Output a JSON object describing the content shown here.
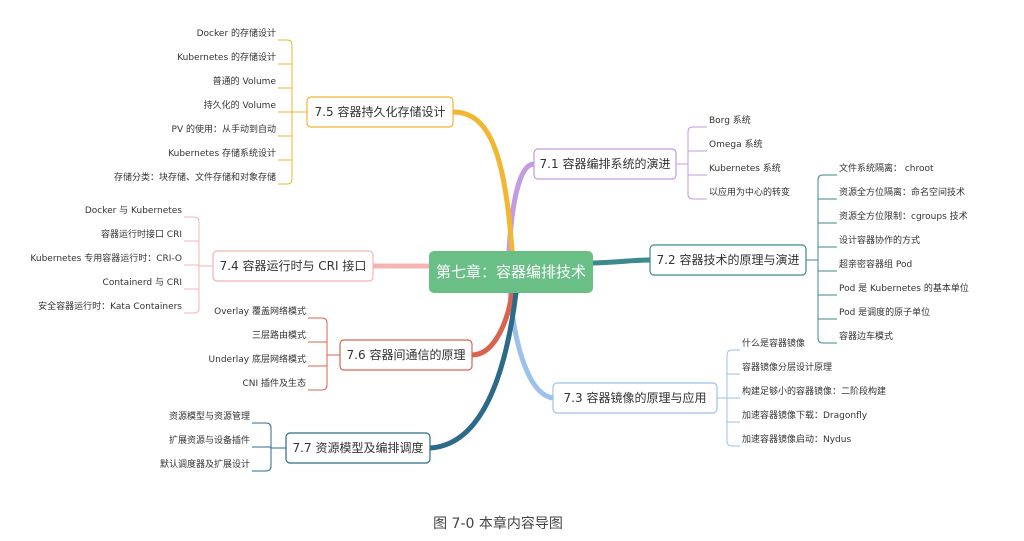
{
  "root": {
    "label": "第七章：容器编排技术",
    "color": "#6abf87"
  },
  "caption": "图 7-0 本章内容导图",
  "branches": [
    {
      "id": "b71",
      "label": "7.1 容器编排系统的演进",
      "color": "#c39be0",
      "items": [
        "Borg 系统",
        "Omega 系统",
        "Kubernetes 系统",
        "以应用为中心的转变"
      ]
    },
    {
      "id": "b72",
      "label": "7.2 容器技术的原理与演进",
      "color": "#3d8a8e",
      "items": [
        "文件系统隔离：  chroot",
        "资源全方位隔离：命名空间技术",
        "资源全方位限制：cgroups 技术",
        "设计容器协作的方式",
        "超亲密容器组 Pod",
        "Pod 是 Kubernetes 的基本单位",
        "Pod 是调度的原子单位",
        "容器边车模式"
      ]
    },
    {
      "id": "b73",
      "label": "7.3 容器镜像的原理与应用",
      "color": "#9cc2ec",
      "items": [
        "什么是容器镜像",
        "容器镜像分层设计原理",
        "构建足够小的容器镜像：二阶段构建",
        "加速容器镜像下载：Dragonfly",
        "加速容器镜像启动：Nydus"
      ]
    },
    {
      "id": "b75",
      "label": "7.5 容器持久化存储设计",
      "color": "#f2b632",
      "items": [
        "Docker 的存储设计",
        "Kubernetes 的存储设计",
        "普通的 Volume",
        "持久化的 Volume",
        "PV 的使用：从手动到自动",
        "Kubernetes 存储系统设计",
        "存储分类：块存储、文件存储和对象存储"
      ]
    },
    {
      "id": "b74",
      "label": "7.4 容器运行时与 CRI 接口",
      "color": "#f4b4b4",
      "items": [
        "Docker 与 Kubernetes",
        "容器运行时接口 CRI",
        "Kubernetes 专用容器运行时：CRI-O",
        "Containerd 与 CRI",
        "安全容器运行时：Kata Containers"
      ]
    },
    {
      "id": "b76",
      "label": "7.6 容器间通信的原理",
      "color": "#d9634f",
      "items": [
        "Overlay 覆盖网络模式",
        "三层路由模式",
        "Underlay 底层网络模式",
        "CNI 插件及生态"
      ]
    },
    {
      "id": "b77",
      "label": "7.7 资源模型及编排调度",
      "color": "#2c6a8a",
      "items": [
        "资源模型与资源管理",
        "扩展资源与设备插件",
        "默认调度器及扩展设计"
      ]
    }
  ]
}
